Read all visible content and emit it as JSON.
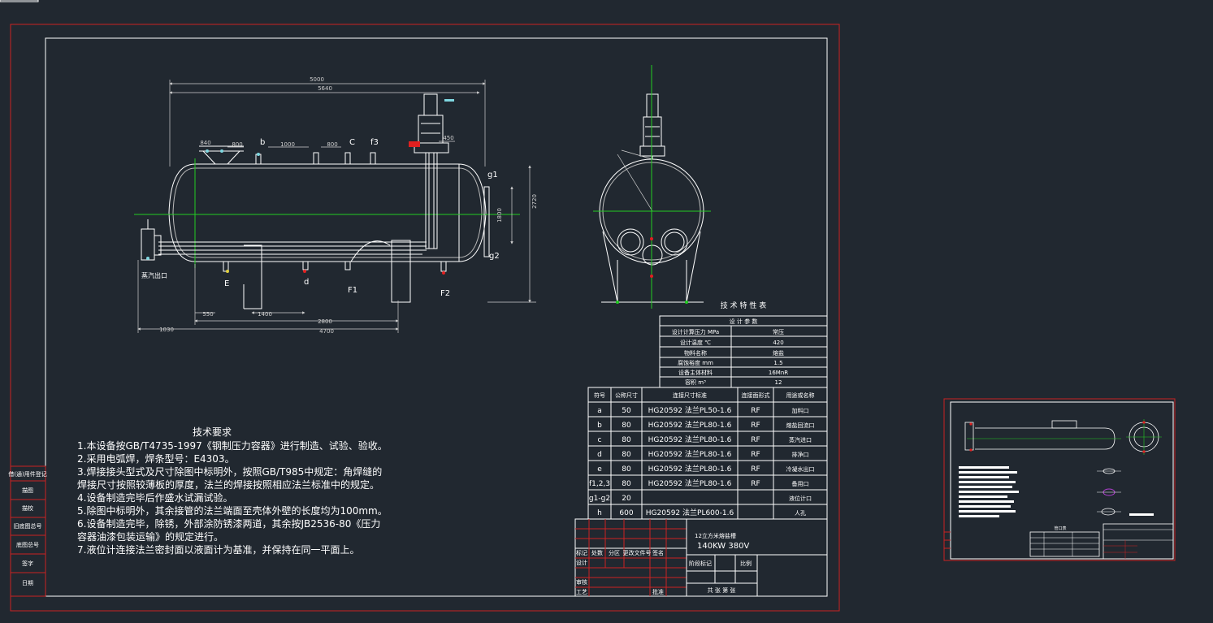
{
  "colors": {
    "background": "#212830",
    "frame": "#cc2222",
    "line": "#ffffff",
    "dim": "#cfcfcf",
    "center": "#22cc22",
    "accent": "#e02020",
    "cyan": "#7fd7e0",
    "yellow": "#e0d040"
  },
  "drawing": {
    "dimensions": {
      "d_5000": "5000",
      "d_5640": "5640",
      "d_4700": "4700",
      "d_2800": "2800",
      "d_1400": "1400",
      "d_1000": "1000",
      "d_1030": "1030",
      "d_550": "550",
      "d_2720": "2720",
      "d_1800": "1800",
      "d_800a": "800",
      "d_800b": "800",
      "d_840": "840",
      "d_450": "450"
    },
    "nozzles": {
      "b": "b",
      "c": "C",
      "f3": "f3",
      "g1": "g1",
      "g2": "g2",
      "e": "E",
      "d": "d",
      "f1": "F1",
      "f2": "F2"
    },
    "steam_outlet": "蒸汽出口"
  },
  "tech_spec": {
    "title": "技 术 特 性 表",
    "header": "设 计 参 数",
    "rows": [
      [
        "设计计算压力 MPa",
        "常压"
      ],
      [
        "设计温度 ℃",
        "420"
      ],
      [
        "物料名称",
        "熔盐"
      ],
      [
        "腐蚀裕度 mm",
        "1.5"
      ],
      [
        "设备主体材料",
        "16MnR"
      ],
      [
        "容积 m³",
        "12"
      ]
    ]
  },
  "nozzle_table": {
    "headers": [
      "符号",
      "公称尺寸",
      "连接尺寸标准",
      "连接面形式",
      "用途或名称"
    ],
    "rows": [
      [
        "a",
        "50",
        "HG20592 法兰PL50-1.6",
        "RF",
        "加料口"
      ],
      [
        "b",
        "80",
        "HG20592 法兰PL80-1.6",
        "RF",
        "熔盐回流口"
      ],
      [
        "c",
        "80",
        "HG20592 法兰PL80-1.6",
        "RF",
        "蒸汽进口"
      ],
      [
        "d",
        "80",
        "HG20592 法兰PL80-1.6",
        "RF",
        "排净口"
      ],
      [
        "e",
        "80",
        "HG20592 法兰PL80-1.6",
        "RF",
        "冷凝水出口"
      ],
      [
        "f1,2,3",
        "80",
        "HG20592 法兰PL80-1.6",
        "RF",
        "备用口"
      ],
      [
        "g1-g2",
        "20",
        "",
        "",
        "液位计口"
      ],
      [
        "h",
        "600",
        "HG20592 法兰PL600-1.6",
        "",
        "人孔"
      ]
    ]
  },
  "title_block": {
    "product_name": "12立方米熔盐槽",
    "spec": "140KW  380V",
    "labels": {
      "mark": "标记",
      "count": "处数",
      "zone": "分区",
      "change_doc": "更改文件号",
      "sign": "签名",
      "design": "设计",
      "review": "审核",
      "craft": "工艺",
      "approve": "批准",
      "stage": "阶段标记",
      "ratio": "比例",
      "sheet": "共 张 第 张"
    }
  },
  "side_labels": [
    "借(通)用件登记",
    "描图",
    "描校",
    "旧底图总号",
    "底图总号",
    "签字",
    "日期"
  ],
  "requirements": {
    "title": "技术要求",
    "lines": [
      "1.本设备按GB/T4735-1997《钢制压力容器》进行制造、试验、验收。",
      "2.采用电弧焊，焊条型号：E4303。",
      "3.焊接接头型式及尺寸除图中标明外，按照GB/T985中规定：角焊缝的",
      "  焊接尺寸按照较薄板的厚度，法兰的焊接按照相应法兰标准中的规定。",
      "4.设备制造完毕后作盛水试漏试验。",
      "5.除图中标明外，其余接管的法兰端面至壳体外壁的长度均为100mm。",
      "6.设备制造完毕，除锈，外部涂防锈漆两道，其余按JB2536-80《压力",
      "  容器油漆包装运输》的规定进行。",
      "7.液位计连接法兰密封面以液面计为基准，并保持在同一平面上。"
    ]
  },
  "thumbnail": {
    "label": "管口表"
  }
}
